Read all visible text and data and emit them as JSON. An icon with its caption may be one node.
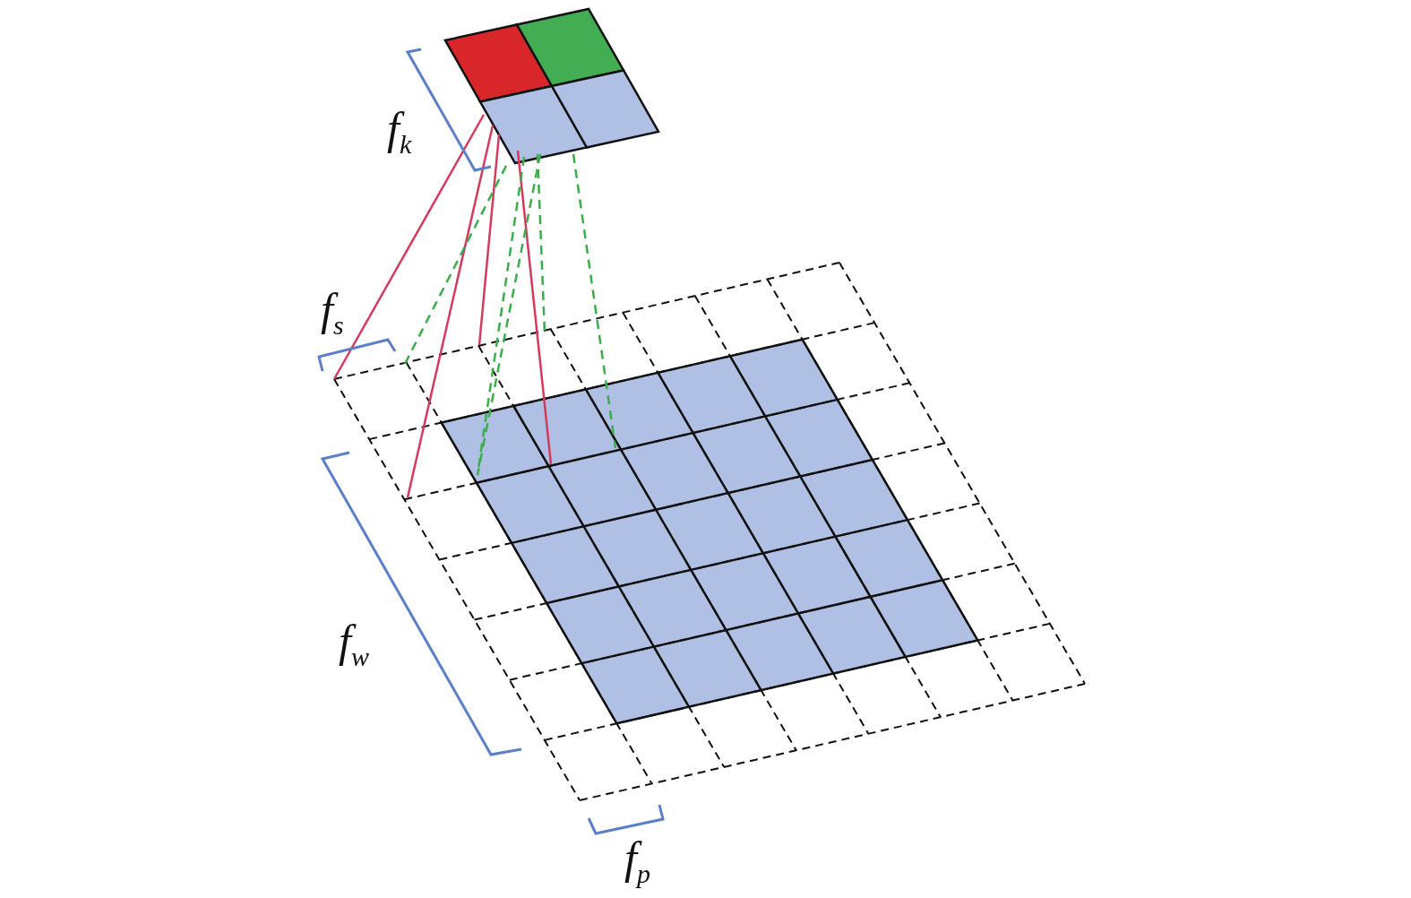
{
  "diagram": {
    "labels": [
      "f$_{k}$",
      "f$_{s}$",
      "f$_{w}$",
      "f$_{p}$"
    ]
  }
}
